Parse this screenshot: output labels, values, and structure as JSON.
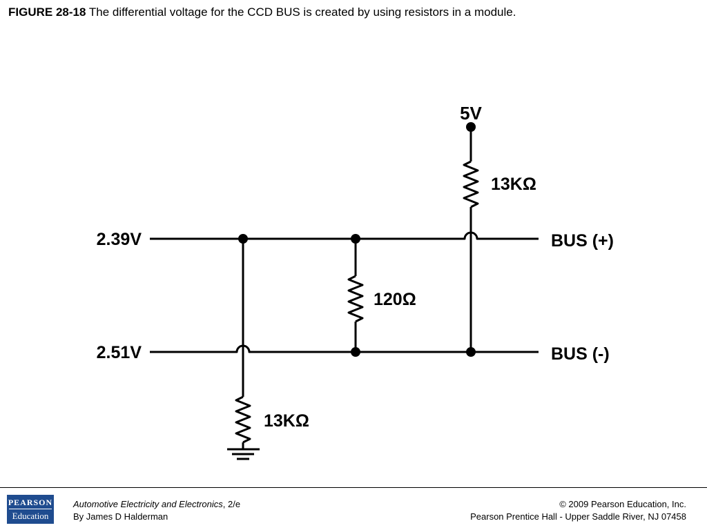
{
  "title": {
    "figure_number": "FIGURE 28-18",
    "caption": "The differential voltage for the CCD BUS is created by using resistors in a module."
  },
  "diagram": {
    "supply_label": "5V",
    "top_resistor_label": "13KΩ",
    "middle_resistor_label": "120Ω",
    "bottom_resistor_label": "13KΩ",
    "bus_plus_voltage": "2.39V",
    "bus_minus_voltage": "2.51V",
    "bus_plus_label": "BUS (+)",
    "bus_minus_label": "BUS (-)"
  },
  "footer": {
    "logo_line1": "PEARSON",
    "logo_line2": "Education",
    "book_title": "Automotive Electricity and Electronics",
    "edition": ", 2/e",
    "author": "By James D Halderman",
    "copyright": "© 2009 Pearson Education, Inc.",
    "publisher": "Pearson Prentice Hall - Upper Saddle River, NJ 07458"
  }
}
